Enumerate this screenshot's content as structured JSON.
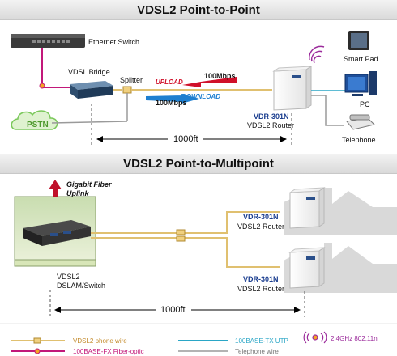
{
  "sections": {
    "top_title": "VDSL2 Point-to-Point",
    "bottom_title": "VDSL2 Point-to-Multipoint"
  },
  "top": {
    "ethernet_switch": "Ethernet Switch",
    "vdsl_bridge": "VDSL Bridge",
    "splitter": "Splitter",
    "pstn": "PSTN",
    "upload": "UPLOAD",
    "download": "DOWNLOAD",
    "upload_rate": "100Mbps",
    "download_rate": "100Mbps",
    "router_model": "VDR-301N",
    "router_name": "VDSL2 Router",
    "smart_pad": "Smart Pad",
    "pc": "PC",
    "telephone": "Telephone",
    "distance": "1000ft"
  },
  "bottom": {
    "uplink_line1": "Gigabit Fiber",
    "uplink_line2": "Uplink",
    "dslam_line1": "VDSL2",
    "dslam_line2": "DSLAM/Switch",
    "router1_model": "VDR-301N",
    "router1_name": "VDSL2 Router",
    "router2_model": "VDR-301N",
    "router2_name": "VDSL2 Router",
    "distance": "1000ft"
  },
  "legend": {
    "vdsl2_phone_wire": "VDSL2 phone wire",
    "fiber_optic": "100BASE-FX Fiber-optic",
    "utp": "100BASE-TX UTP",
    "telephone_wire": "Telephone wire",
    "wifi": "2.4GHz 802.11n"
  },
  "colors": {
    "upload_arrow": "#d0102a",
    "download_arrow": "#1e7fd0",
    "router_model_text": "#1a3d8f",
    "fiber_line": "#c2187a",
    "utp_line": "#2aa6c6",
    "phone_wire": "#e0c070",
    "telephone_wire": "#9a9a9a",
    "pstn_cloud": "#7ac85a",
    "building": "#d9d9d9"
  }
}
